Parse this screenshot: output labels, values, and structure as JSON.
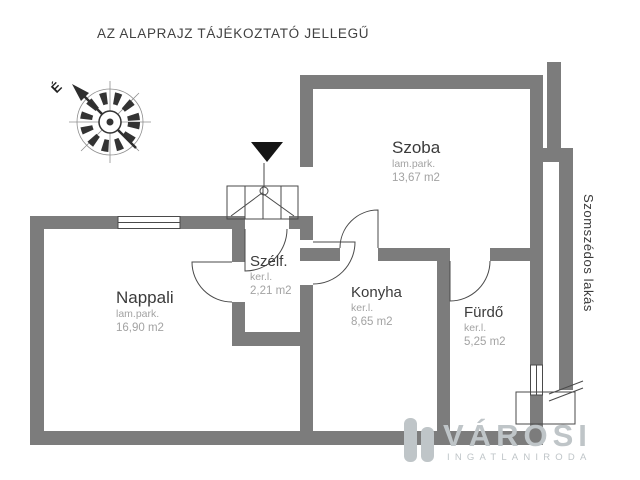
{
  "disclaimer": "AZ  ALAPRAJZ TÁJÉKOZTATÓ JELLEGŰ",
  "compass": {
    "north": "É"
  },
  "neighbor_label": "Szomszédos lakás",
  "rooms": {
    "nappali": {
      "name": "Nappali",
      "floor": "lam.park.",
      "area": "16,90  m2"
    },
    "szelf": {
      "name": "Szélf.",
      "floor": "ker.l.",
      "area": "2,21  m2"
    },
    "konyha": {
      "name": "Konyha",
      "floor": "ker.l.",
      "area": "8,65  m2"
    },
    "furdo": {
      "name": "Fürdő",
      "floor": "ker.l.",
      "area": "5,25  m2"
    },
    "szoba": {
      "name": "Szoba",
      "floor": "lam.park.",
      "area": "13,67  m2"
    }
  },
  "watermark": {
    "brand": "VÁROSI",
    "tagline": "INGATLANIRODA"
  },
  "colors": {
    "wall": "#7c7c7c",
    "line": "#4a4a4a",
    "text_primary": "#3b3b3b",
    "text_secondary": "#a3a3a3",
    "watermark": "#bfc5c8"
  }
}
